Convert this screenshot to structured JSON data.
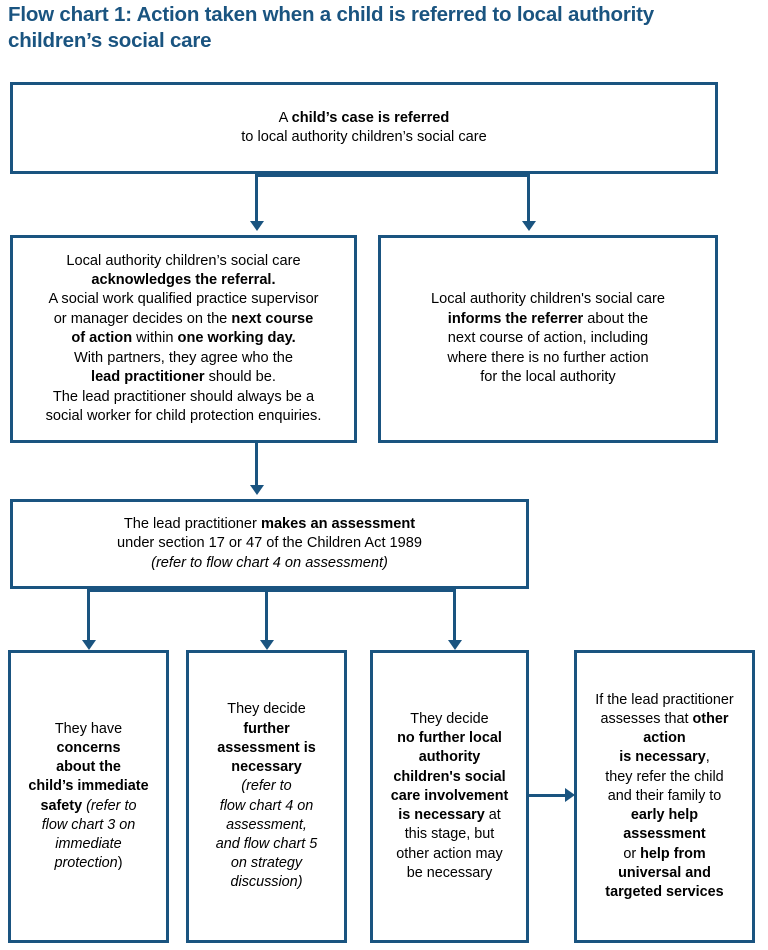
{
  "title": "Flow chart 1: Action taken when a child is referred to local authority children’s social care",
  "accent_color": "#1a5480",
  "chart_data": {
    "type": "diagram",
    "title": "Flow chart 1: Action taken when a child is referred to local authority children’s social care",
    "orientation": "top-down",
    "nodes": [
      {
        "id": "referral",
        "row": 1,
        "text_plain": "A child’s case is referred to local authority children’s social care",
        "lines": [
          [
            {
              "t": "A ",
              "s": "n"
            },
            {
              "t": "child’s case is referred",
              "s": "b"
            }
          ],
          [
            {
              "t": "to local authority children’s social care",
              "s": "n"
            }
          ]
        ]
      },
      {
        "id": "acknowledges",
        "row": 2,
        "text_plain": "Local authority children’s social care acknowledges the referral. A social work qualified practice supervisor or manager decides on the next course of action within one working day. With partners, they agree who the lead practitioner should be. The lead practitioner should always be a social worker for child protection enquiries.",
        "lines": [
          [
            {
              "t": "Local authority children’s social care",
              "s": "n"
            }
          ],
          [
            {
              "t": "acknowledges the referral.",
              "s": "b"
            }
          ],
          [
            {
              "t": "A social work qualified practice supervisor",
              "s": "n"
            }
          ],
          [
            {
              "t": "or manager decides on the ",
              "s": "n"
            },
            {
              "t": "next course",
              "s": "b"
            }
          ],
          [
            {
              "t": "of action",
              "s": "b"
            },
            {
              "t": " within ",
              "s": "n"
            },
            {
              "t": "one working day.",
              "s": "b"
            }
          ],
          [
            {
              "t": "With partners, they agree who the",
              "s": "n"
            }
          ],
          [
            {
              "t": "lead practitioner",
              "s": "b"
            },
            {
              "t": " should be.",
              "s": "n"
            }
          ],
          [
            {
              "t": "The lead practitioner should always be a",
              "s": "n"
            }
          ],
          [
            {
              "t": "social worker for child protection enquiries.",
              "s": "n"
            }
          ]
        ]
      },
      {
        "id": "informs",
        "row": 2,
        "text_plain": "Local authority children's social care informs the referrer about the next course of action, including where there is no further action for the local authority",
        "lines": [
          [
            {
              "t": "Local authority children's social care",
              "s": "n"
            }
          ],
          [
            {
              "t": "informs the referrer",
              "s": "b"
            },
            {
              "t": " about the",
              "s": "n"
            }
          ],
          [
            {
              "t": "next course of action, including",
              "s": "n"
            }
          ],
          [
            {
              "t": "where there is no further action",
              "s": "n"
            }
          ],
          [
            {
              "t": "for the local authority",
              "s": "n"
            }
          ]
        ]
      },
      {
        "id": "assessment",
        "row": 3,
        "text_plain": "The lead practitioner makes an assessment under section 17 or 47 of the Children Act 1989 (refer to flow chart 4 on assessment)",
        "lines": [
          [
            {
              "t": "The lead practitioner ",
              "s": "n"
            },
            {
              "t": "makes an assessment",
              "s": "b"
            }
          ],
          [
            {
              "t": "under section 17 or 47 of the Children Act 1989",
              "s": "n"
            }
          ],
          [
            {
              "t": "(refer to flow chart 4 on assessment)",
              "s": "i"
            }
          ]
        ]
      },
      {
        "id": "concerns",
        "row": 4,
        "text_plain": "They have concerns about the child’s immediate safety (refer to flow chart 3 on immediate protection)",
        "lines": [
          [
            {
              "t": "They have",
              "s": "n"
            }
          ],
          [
            {
              "t": "concerns",
              "s": "b"
            }
          ],
          [
            {
              "t": "about the",
              "s": "b"
            }
          ],
          [
            {
              "t": "child’s immediate",
              "s": "b"
            }
          ],
          [
            {
              "t": "safety",
              "s": "b"
            },
            {
              "t": " ",
              "s": "n"
            },
            {
              "t": "(refer to",
              "s": "i"
            }
          ],
          [
            {
              "t": "flow chart 3 on",
              "s": "i"
            }
          ],
          [
            {
              "t": "immediate",
              "s": "i"
            }
          ],
          [
            {
              "t": "protection",
              "s": "i"
            },
            {
              "t": ")",
              "s": "n"
            }
          ]
        ]
      },
      {
        "id": "further_assessment",
        "row": 4,
        "text_plain": "They decide further assessment is necessary (refer to flow chart 4 on assessment, and flow chart 5 on strategy discussion)",
        "lines": [
          [
            {
              "t": "They decide",
              "s": "n"
            }
          ],
          [
            {
              "t": "further",
              "s": "b"
            }
          ],
          [
            {
              "t": "assessment is",
              "s": "b"
            }
          ],
          [
            {
              "t": "necessary",
              "s": "b"
            }
          ],
          [
            {
              "t": "(refer to",
              "s": "i"
            }
          ],
          [
            {
              "t": "flow chart 4 on",
              "s": "i"
            }
          ],
          [
            {
              "t": "assessment,",
              "s": "i"
            }
          ],
          [
            {
              "t": "and flow chart 5",
              "s": "i"
            }
          ],
          [
            {
              "t": "on strategy",
              "s": "i"
            }
          ],
          [
            {
              "t": "discussion)",
              "s": "i"
            }
          ]
        ]
      },
      {
        "id": "no_further_involvement",
        "row": 4,
        "text_plain": "They decide no further local authority children's social care involvement is necessary at this stage, but other action may be necessary",
        "lines": [
          [
            {
              "t": "They decide",
              "s": "n"
            }
          ],
          [
            {
              "t": "no further local",
              "s": "b"
            }
          ],
          [
            {
              "t": "authority",
              "s": "b"
            }
          ],
          [
            {
              "t": "children's social",
              "s": "b"
            }
          ],
          [
            {
              "t": "care involvement",
              "s": "b"
            }
          ],
          [
            {
              "t": "is necessary",
              "s": "b"
            },
            {
              "t": " at",
              "s": "n"
            }
          ],
          [
            {
              "t": "this stage, but",
              "s": "n"
            }
          ],
          [
            {
              "t": "other action may",
              "s": "n"
            }
          ],
          [
            {
              "t": "be necessary",
              "s": "n"
            }
          ]
        ]
      },
      {
        "id": "other_action",
        "row": 4,
        "text_plain": "If the lead practitioner assesses that other action is necessary, they refer the child and their family to early help assessment or help from universal and targeted services",
        "lines": [
          [
            {
              "t": "If the lead practitioner",
              "s": "n"
            }
          ],
          [
            {
              "t": "assesses that ",
              "s": "n"
            },
            {
              "t": "other",
              "s": "b"
            }
          ],
          [
            {
              "t": "action",
              "s": "b"
            }
          ],
          [
            {
              "t": "is necessary",
              "s": "b"
            },
            {
              "t": ",",
              "s": "n"
            }
          ],
          [
            {
              "t": "they refer the child",
              "s": "n"
            }
          ],
          [
            {
              "t": "and their family to",
              "s": "n"
            }
          ],
          [
            {
              "t": "early help",
              "s": "b"
            }
          ],
          [
            {
              "t": "assessment",
              "s": "b"
            }
          ],
          [
            {
              "t": "or ",
              "s": "n"
            },
            {
              "t": "help from",
              "s": "b"
            }
          ],
          [
            {
              "t": "universal and",
              "s": "b"
            }
          ],
          [
            {
              "t": "targeted services",
              "s": "b"
            }
          ]
        ]
      }
    ],
    "edges": [
      {
        "from": "referral",
        "to": "acknowledges",
        "type": "arrow-down"
      },
      {
        "from": "referral",
        "to": "informs",
        "type": "arrow-down"
      },
      {
        "from": "acknowledges",
        "to": "assessment",
        "type": "arrow-down"
      },
      {
        "from": "assessment",
        "to": "concerns",
        "type": "arrow-down"
      },
      {
        "from": "assessment",
        "to": "further_assessment",
        "type": "arrow-down"
      },
      {
        "from": "assessment",
        "to": "no_further_involvement",
        "type": "arrow-down"
      },
      {
        "from": "no_further_involvement",
        "to": "other_action",
        "type": "arrow-right"
      }
    ]
  }
}
